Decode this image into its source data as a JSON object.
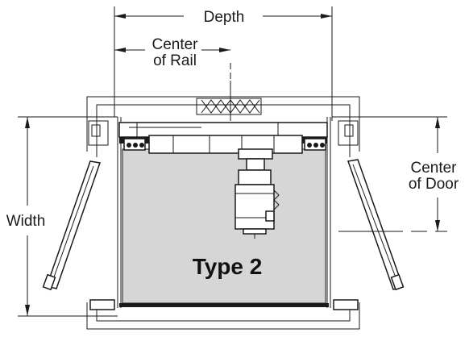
{
  "labels": {
    "depth": "Depth",
    "center_of_rail_line1": "Center",
    "center_of_rail_line2": "of Rail",
    "center_of_door_line1": "Center",
    "center_of_door_line2": "of Door",
    "width": "Width",
    "type": "Type 2"
  },
  "colors": {
    "panel_fill": "#d6d6d6",
    "line": "#1a1a1a",
    "background": "#ffffff"
  }
}
